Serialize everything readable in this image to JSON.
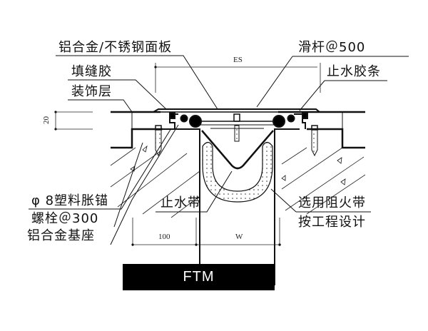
{
  "diagram": {
    "title": "FTM",
    "labels": {
      "panel": "铝合金/不锈钢面板",
      "sealant": "填缝胶",
      "decor_layer": "装饰层",
      "slide_bar": "滑杆＠500",
      "seal_strip": "止水胶条",
      "anchor_line1": "φ 8塑料胀锚",
      "anchor_line2": "螺栓＠300",
      "base": "铝合金基座",
      "waterstop": "止水带",
      "firestop_line1": "选用阻火带",
      "firestop_line2": "按工程设计"
    },
    "dimensions": {
      "es": "ES",
      "h20": "20",
      "d100": "100",
      "w": "W"
    }
  }
}
